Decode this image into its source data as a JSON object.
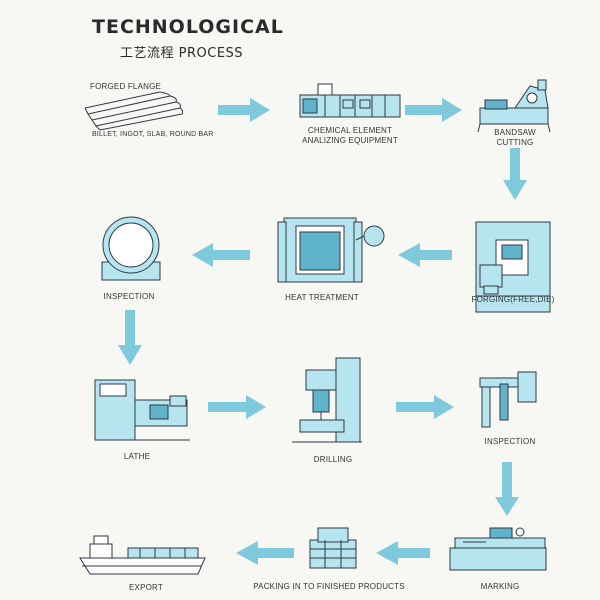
{
  "header": {
    "title": "TECHNOLOGICAL",
    "subtitle": "工艺流程   PROCESS"
  },
  "steps": {
    "forged_flange": "FORGED FLANGE",
    "raw_materials": "BILLET, INGOT, SLAB, ROUND BAR",
    "chemical_line1": "CHEMICAL ELEMENT",
    "chemical_line2": "ANALIZING EQUIPMENT",
    "bandsaw_line1": "BANDSAW",
    "bandsaw_line2": "CUTTING",
    "forging": "FORGING(FREE,DIE)",
    "heat_treatment": "HEAT TREATMENT",
    "inspection_1": "INSPECTION",
    "lathe": "LATHE",
    "drilling": "DRILLING",
    "inspection_2": "INSPECTION",
    "marking": "MARKING",
    "packing": "PACKING IN TO FINISHED PRODUCTS",
    "export": "EXPORT"
  },
  "colors": {
    "arrow": "#7fc9dd",
    "machine_fill": "#b6e4ef",
    "machine_dark": "#5fb4cc"
  }
}
